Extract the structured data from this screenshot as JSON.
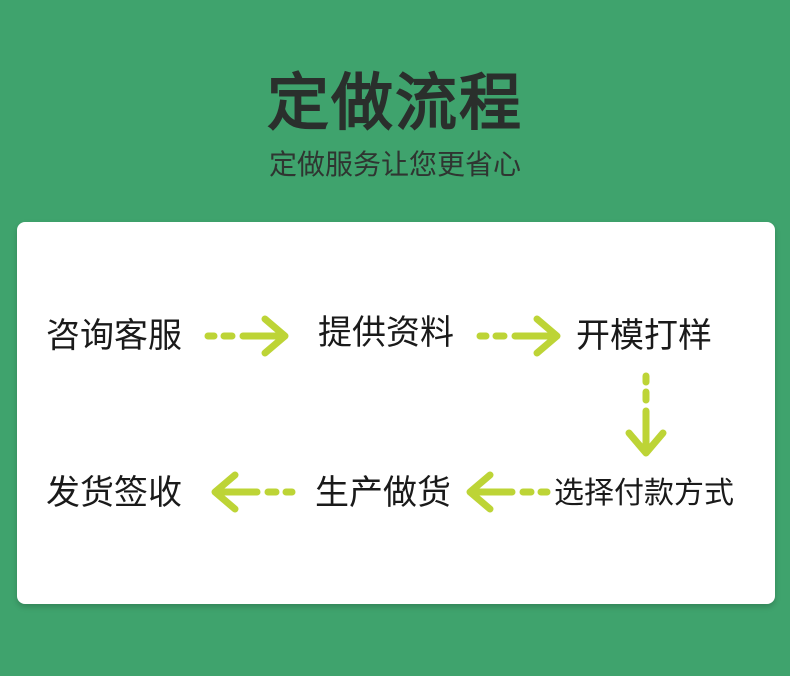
{
  "header": {
    "title": "定做流程",
    "subtitle": "定做服务让您更省心"
  },
  "colors": {
    "background": "#3fa36d",
    "card": "#ffffff",
    "arrow": "#bdd436",
    "text": "#1a1a1a"
  },
  "flow": {
    "steps": [
      {
        "label": "咨询客服"
      },
      {
        "label": "提供资料"
      },
      {
        "label": "开模打样"
      },
      {
        "label": "选择付款方式"
      },
      {
        "label": "生产做货"
      },
      {
        "label": "发货签收"
      }
    ]
  }
}
